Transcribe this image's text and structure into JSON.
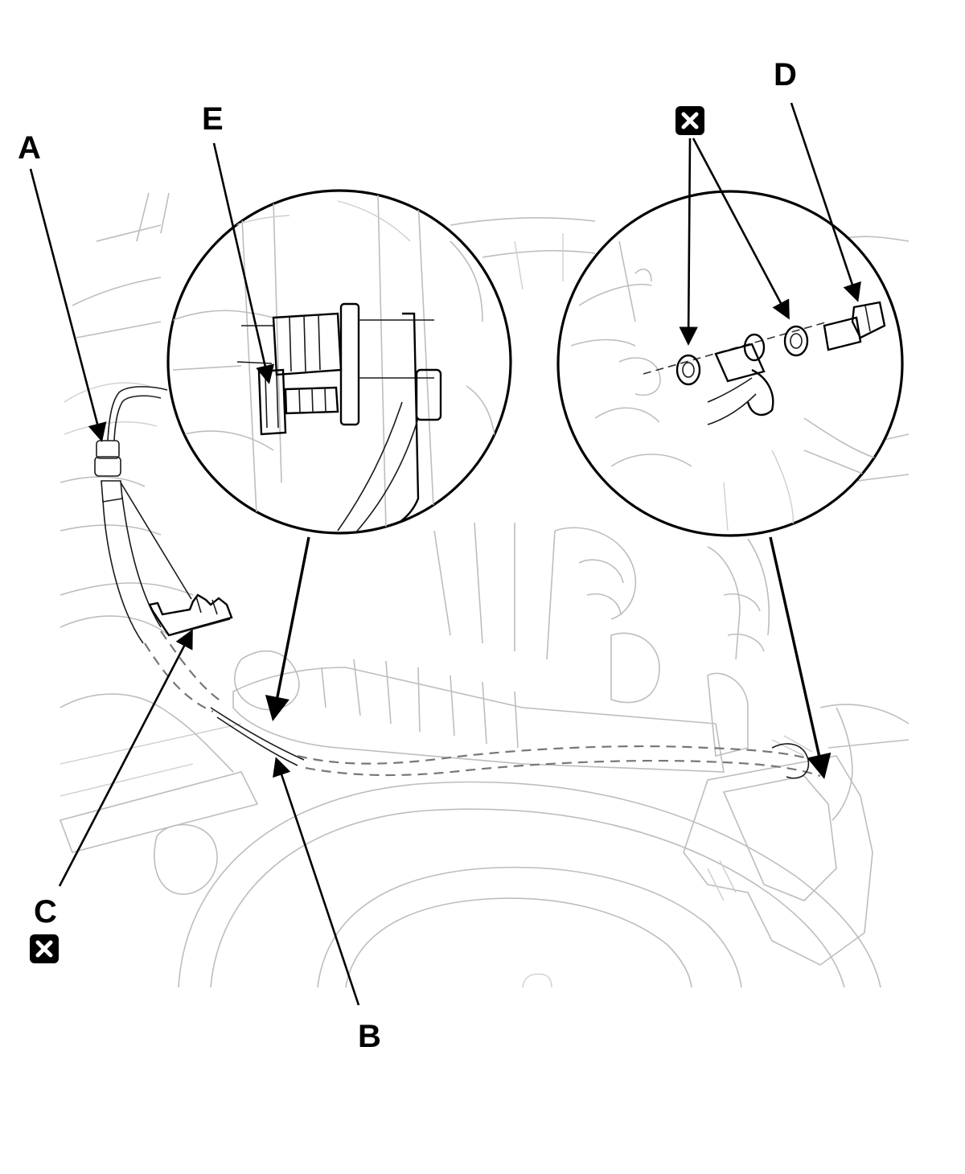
{
  "callouts": {
    "A": "A",
    "B": "B",
    "C": "C",
    "D": "D",
    "E": "E"
  },
  "badges": {
    "c_badge_icon": "x-box-icon",
    "top_badge_icon": "x-box-icon"
  },
  "colors": {
    "ink": "#000000",
    "faint_line": "#bdbdbd",
    "dashed_hose": "#777777"
  }
}
